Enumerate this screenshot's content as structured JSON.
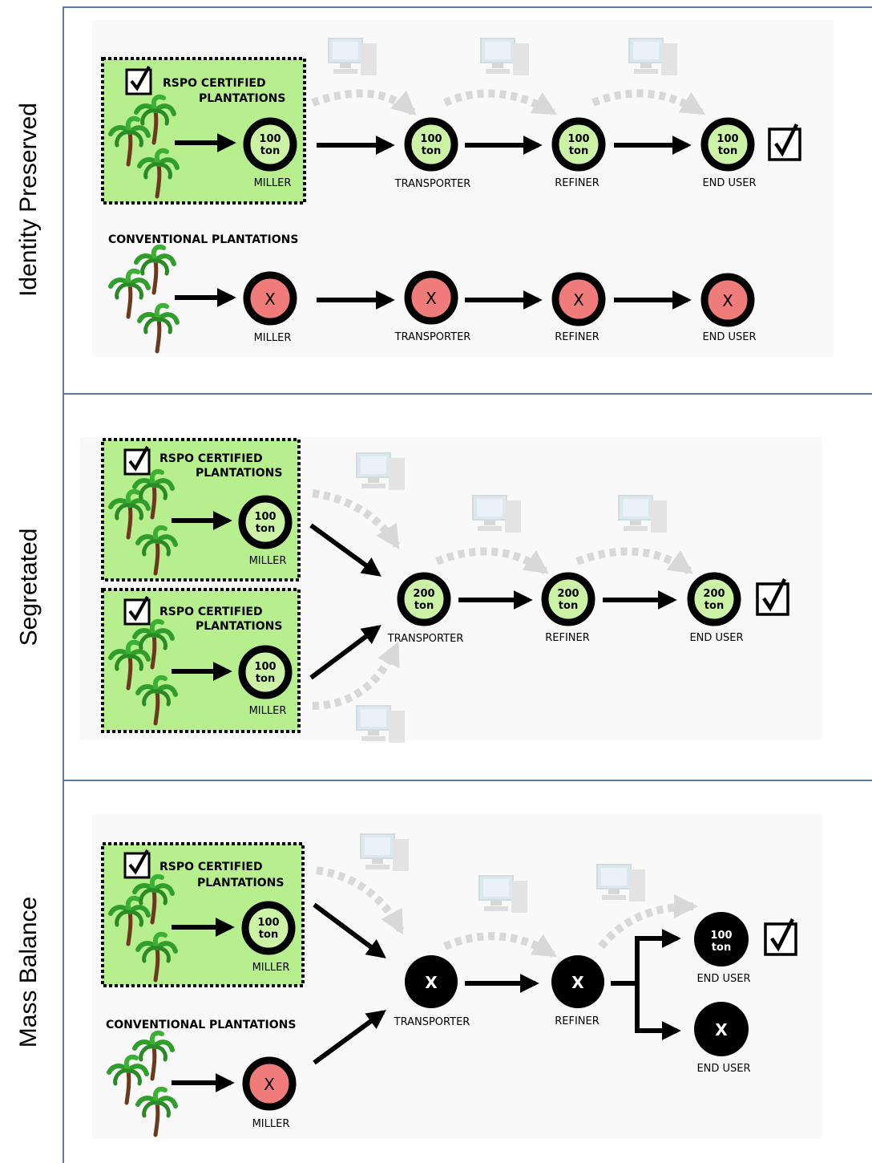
{
  "sections": {
    "identity": {
      "label": "Identity Preserved"
    },
    "segregated": {
      "label": "Segretated"
    },
    "mass": {
      "label": "Mass Balance"
    }
  },
  "labels": {
    "rspo_line1": "RSPO CERTIFIED",
    "rspo_line2": "PLANTATIONS",
    "conventional": "CONVENTIONAL PLANTATIONS",
    "miller": "MILLER",
    "transporter": "TRANSPORTER",
    "refiner": "REFINER",
    "end_user": "END USER"
  },
  "volumes": {
    "ton": "ton",
    "hundred": "100",
    "two_hundred": "200",
    "x_mark": "X"
  },
  "colors": {
    "certified_fill": "#ccf2a6",
    "conventional_fill": "#f07b7b",
    "box_fill": "#b8ef8e",
    "frame": "#5b7aa0"
  },
  "icons": [
    "palm-tree-icon",
    "checkbox-icon",
    "computer-icon",
    "arrow-icon"
  ]
}
